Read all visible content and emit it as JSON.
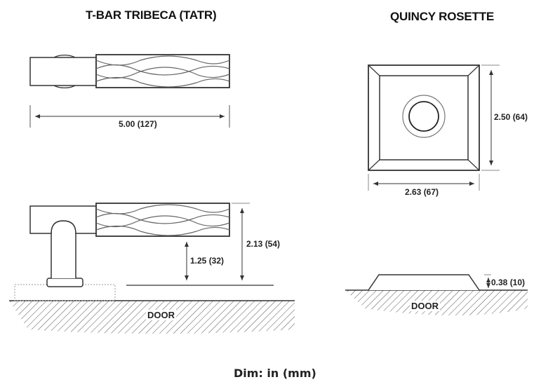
{
  "titles": {
    "left": "T-BAR TRIBECA (TATR)",
    "right": "QUINCY ROSETTE"
  },
  "dimensions": {
    "tbar_length": "5.00 (127)",
    "tbar_projection": "2.13 (54)",
    "tbar_clearance": "1.25 (32)",
    "rosette_height": "2.50 (64)",
    "rosette_width": "2.63 (67)",
    "rosette_thickness": "0.38 (10)"
  },
  "labels": {
    "door_left": "DOOR",
    "door_right": "DOOR"
  },
  "footer": {
    "units": "Dim: in (mm)"
  },
  "colors": {
    "line": "#333333",
    "text": "#111111",
    "background": "#ffffff"
  }
}
